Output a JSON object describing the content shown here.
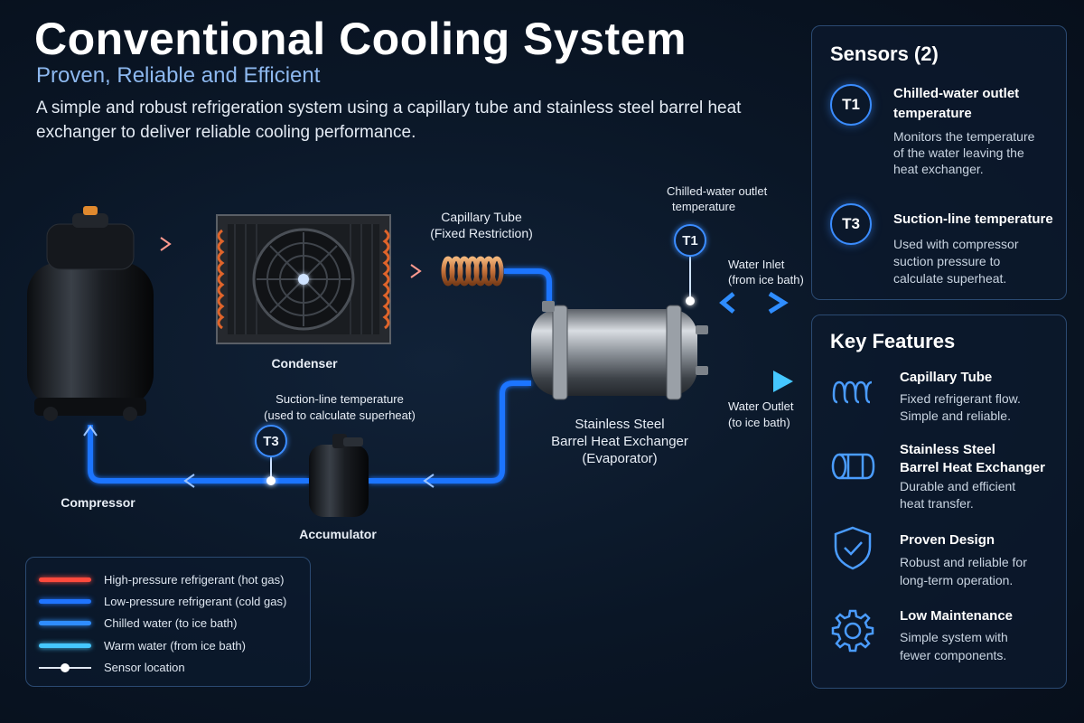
{
  "header": {
    "title": "Conventional Cooling System",
    "subtitle": "Proven, Reliable and Efficient",
    "intro": "A simple and robust refrigeration system using a capillary tube and stainless steel barrel heat exchanger to deliver reliable cooling performance."
  },
  "diagram": {
    "compressor_label": "Compressor",
    "condenser_label": "Condenser",
    "capillary_label_line1": "Capillary Tube",
    "capillary_label_line2": "(Fixed Restriction)",
    "evaporator_line1": "Stainless Steel",
    "evaporator_line2": "Barrel Heat Exchanger",
    "evaporator_line3": "(Evaporator)",
    "accumulator_label": "Accumulator",
    "t1_caption_line1": "Chilled-water outlet",
    "t1_caption_line2": "temperature",
    "t1_tag": "T1",
    "t3_caption_line1": "Suction-line temperature",
    "t3_caption_line2": "(used to calculate superheat)",
    "t3_tag": "T3",
    "water_inlet_line1": "Water Inlet",
    "water_inlet_line2": "(from ice bath)",
    "water_outlet_line1": "Water Outlet",
    "water_outlet_line2": "(to ice bath)"
  },
  "legend": {
    "items": [
      {
        "label": "High-pressure refrigerant (hot gas)",
        "color": "#ff4a3d"
      },
      {
        "label": "Low-pressure refrigerant  (cold gas)",
        "color": "#1f74ff"
      },
      {
        "label": "Chilled water (to ice bath)",
        "color": "#2f8dff"
      },
      {
        "label": "Warm water (from ice bath)",
        "color": "#45c7ff"
      }
    ],
    "sensor_label": "Sensor location"
  },
  "sensors_panel": {
    "title": "Sensors (2)",
    "items": [
      {
        "tag": "T1",
        "title_line1": "Chilled-water outlet",
        "title_line2": "temperature",
        "desc_line1": "Monitors the temperature",
        "desc_line2": "of the water leaving the",
        "desc_line3": "heat exchanger."
      },
      {
        "tag": "T3",
        "title_line1": "Suction-line temperature",
        "desc_line1": "Used with compressor",
        "desc_line2": "suction pressure to",
        "desc_line3": "calculate superheat."
      }
    ]
  },
  "features_panel": {
    "title": "Key Features",
    "items": [
      {
        "icon": "coil-icon",
        "title_line1": "Capillary Tube",
        "desc_line1": "Fixed refrigerant flow.",
        "desc_line2": "Simple and reliable."
      },
      {
        "icon": "barrel-icon",
        "title_line1": "Stainless Steel",
        "title_line2": "Barrel Heat Exchanger",
        "desc_line1": "Durable and efficient",
        "desc_line2": "heat transfer."
      },
      {
        "icon": "shield-check-icon",
        "title_line1": "Proven Design",
        "desc_line1": "Robust and reliable for",
        "desc_line2": "long-term operation."
      },
      {
        "icon": "gear-icon",
        "title_line1": "Low Maintenance",
        "desc_line1": "Simple system with",
        "desc_line2": "fewer components."
      }
    ]
  }
}
